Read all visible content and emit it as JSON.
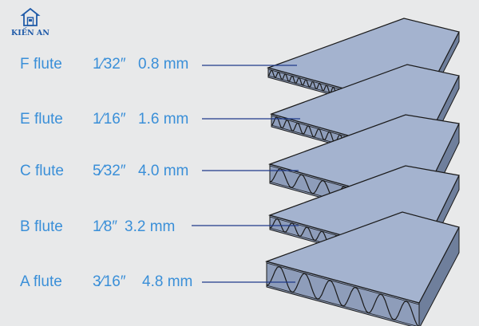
{
  "brand": {
    "name": "KIẾN AN",
    "logo_icon": "house-logo-icon",
    "color": "#1f5aa8"
  },
  "colors": {
    "background": "#e8e9ea",
    "label_text": "#3a8fd8",
    "leader_line": "#1e3a8a",
    "board_face": "#a4b3cf",
    "board_outline": "#1a1a1a"
  },
  "flutes": [
    {
      "name": "F flute",
      "inch": "1⁄32″",
      "mm": "0.8 mm",
      "waves": 22
    },
    {
      "name": "E flute",
      "inch": "1⁄16″",
      "mm": "1.6 mm",
      "waves": 14
    },
    {
      "name": "C flute",
      "inch": "5⁄32″",
      "mm": "4.0 mm",
      "waves": 7
    },
    {
      "name": "B flute",
      "inch": "1⁄8″",
      "mm": "3.2 mm",
      "waves": 10
    },
    {
      "name": "A flute",
      "inch": "3⁄16″",
      "mm": "4.8 mm",
      "waves": 6
    }
  ]
}
